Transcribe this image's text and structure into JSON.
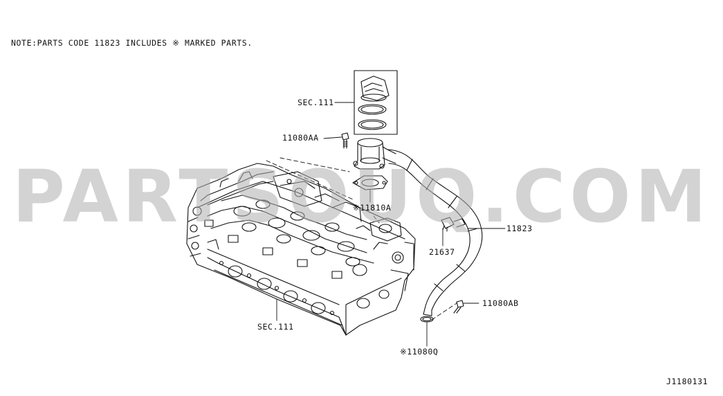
{
  "note": "NOTE:PARTS CODE 11823 INCLUDES ※ MARKED PARTS.",
  "diagram_id": "J1180131",
  "watermark": "PARTSOUQ.COM",
  "callouts": {
    "sec_upper": "SEC.111",
    "bolt_upper": "11080AA",
    "gasket": "※11810A",
    "hose": "11823",
    "sensor": "21637",
    "bolt_lower": "11080AB",
    "oring": "※11080Q",
    "sec_lower": "SEC.111"
  },
  "colors": {
    "line": "#111111",
    "watermark": "#afafaf"
  }
}
